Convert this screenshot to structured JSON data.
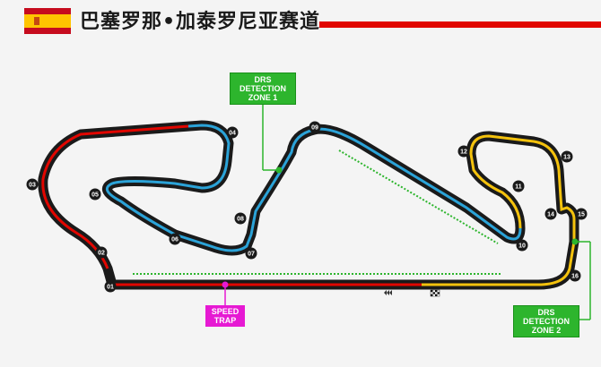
{
  "header": {
    "title": "巴塞罗那•加泰罗尼亚赛道"
  },
  "colors": {
    "red": "#e10600",
    "blue": "#2ba3d8",
    "yellow": "#f4c20d",
    "green": "#2db52d",
    "magenta": "#e619d3",
    "track": "#1a1a1a"
  },
  "labels": {
    "drs1": [
      "DRS",
      "DETECTION",
      "ZONE 1"
    ],
    "drs2": [
      "DRS",
      "DETECTION",
      "ZONE 2"
    ],
    "speed_trap": [
      "SPEED",
      "TRAP"
    ]
  },
  "turns": [
    "01",
    "02",
    "03",
    "04",
    "05",
    "06",
    "07",
    "08",
    "09",
    "10",
    "11",
    "12",
    "13",
    "14",
    "15",
    "16"
  ]
}
